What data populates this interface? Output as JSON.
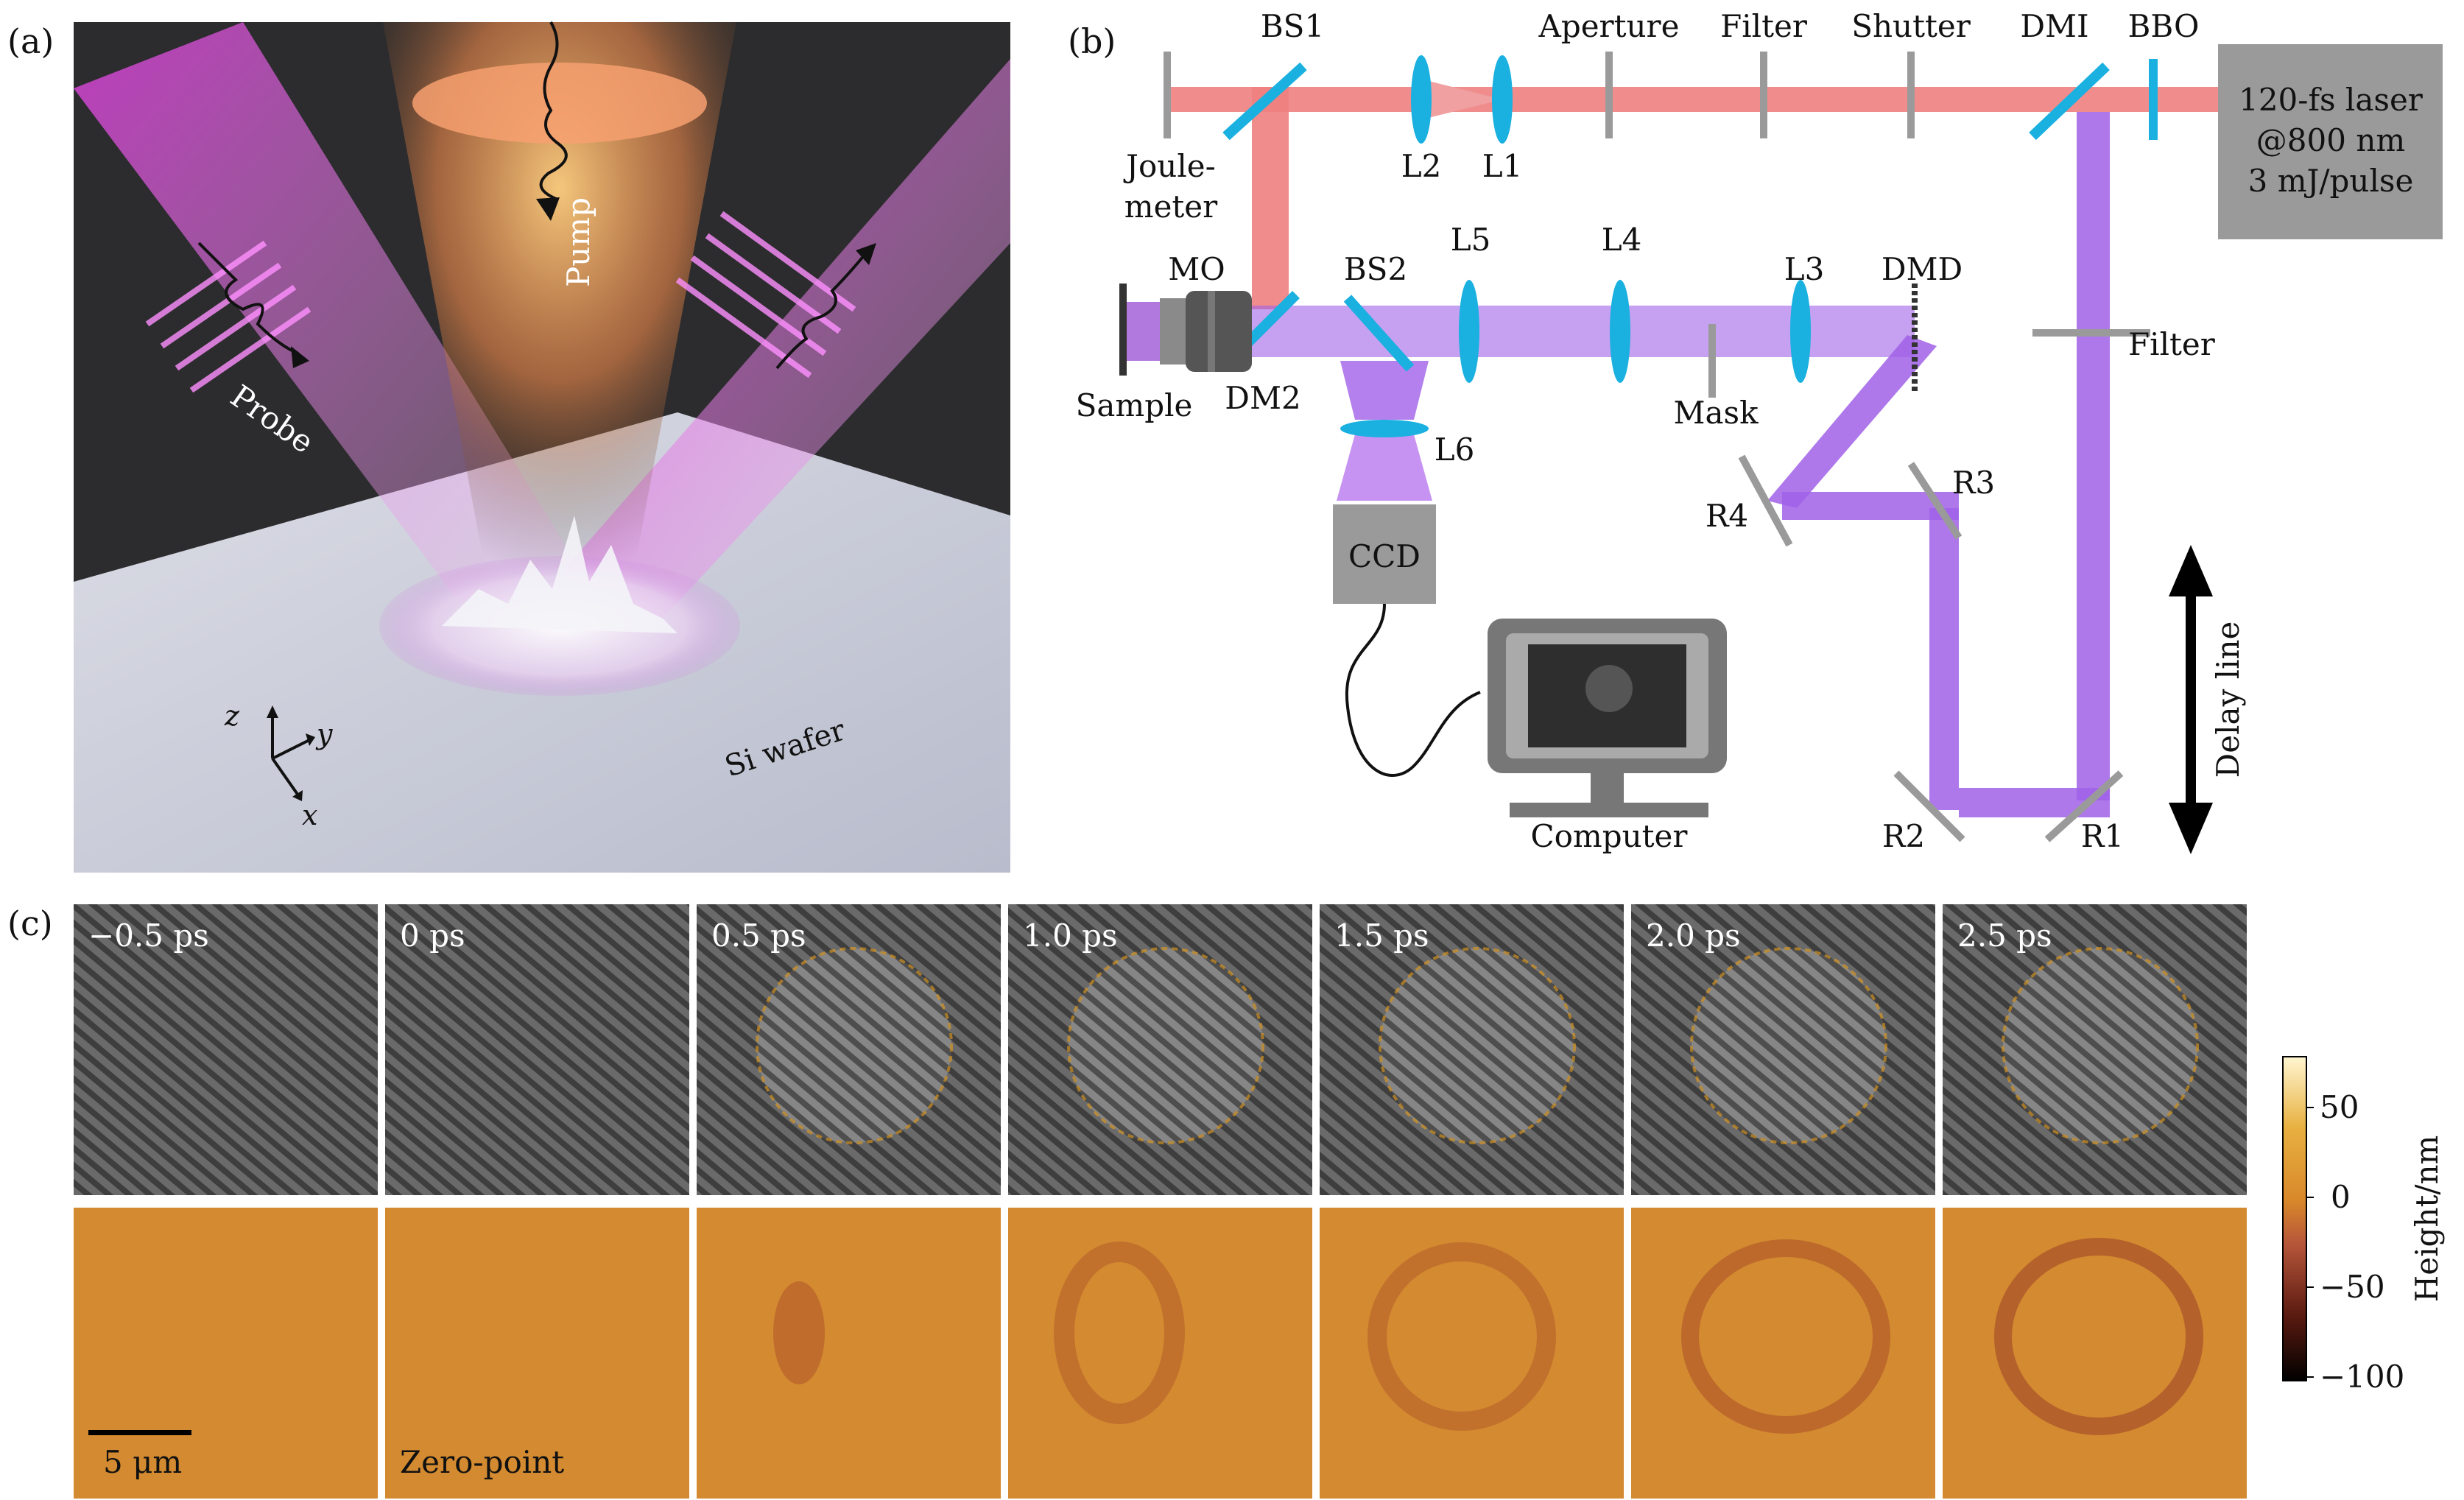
{
  "panels": {
    "a": {
      "letter": "(a)",
      "pump_label": "Pump",
      "probe_label": "Probe",
      "substrate_label": "Si wafer",
      "axes": {
        "x": "x",
        "y": "y",
        "z": "z"
      }
    },
    "b": {
      "letter": "(b)",
      "components": {
        "bs1": "BS1",
        "aperture": "Aperture",
        "filter_top": "Filter",
        "shutter": "Shutter",
        "dmi": "DMI",
        "bbo": "BBO",
        "joulemeter_1": "Joule-",
        "joulemeter_2": "meter",
        "l2": "L2",
        "l1": "L1",
        "laser_line1": "120-fs laser",
        "laser_line2": "@800 nm",
        "laser_line3": "3 mJ/pulse",
        "mo": "MO",
        "bs2": "BS2",
        "l5": "L5",
        "l4": "L4",
        "l3": "L3",
        "dmd": "DMD",
        "filter_right": "Filter",
        "sample": "Sample",
        "dm2": "DM2",
        "mask": "Mask",
        "l6": "L6",
        "r4": "R4",
        "r3": "R3",
        "ccd": "CCD",
        "delay_line": "Delay line",
        "computer": "Computer",
        "r2": "R2",
        "r1": "R1"
      },
      "colors": {
        "pump_beam": "#f08080",
        "probe_beam": "#b060f0",
        "optic": "#1ab0e0",
        "mount": "#9a9a9a"
      }
    },
    "c": {
      "letter": "(c)",
      "time_labels": [
        "−0.5 ps",
        "0 ps",
        "0.5 ps",
        "1.0 ps",
        "1.5 ps",
        "2.0 ps",
        "2.5 ps"
      ],
      "scale_bar": "5 μm",
      "zero_point": "Zero-point",
      "colorbar": {
        "title": "Height/nm",
        "ticks": [
          "50",
          "0",
          "−50",
          "−100"
        ],
        "range": [
          -100,
          80
        ],
        "colors": [
          "#000000",
          "#5a1a10",
          "#b5553a",
          "#d9892a",
          "#e8b040",
          "#fff6d0"
        ]
      }
    }
  }
}
